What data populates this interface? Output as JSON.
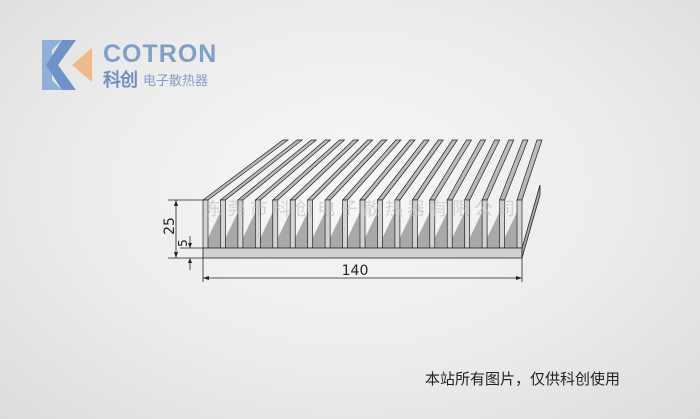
{
  "logo": {
    "brand_en": "COTRON",
    "brand_cn": "科创",
    "tagline": "电子散热器"
  },
  "drawing": {
    "fin_count": 19,
    "dimensions": {
      "width": "140",
      "height": "25",
      "base": "5"
    },
    "watermark": "东莞市科创电子散热器有限公司",
    "colors": {
      "face": "#c9c9c9",
      "fin_top": "#9a9a9a",
      "line": "#222222"
    }
  },
  "footer": {
    "notice": "本站所有图片，仅供科创使用"
  }
}
